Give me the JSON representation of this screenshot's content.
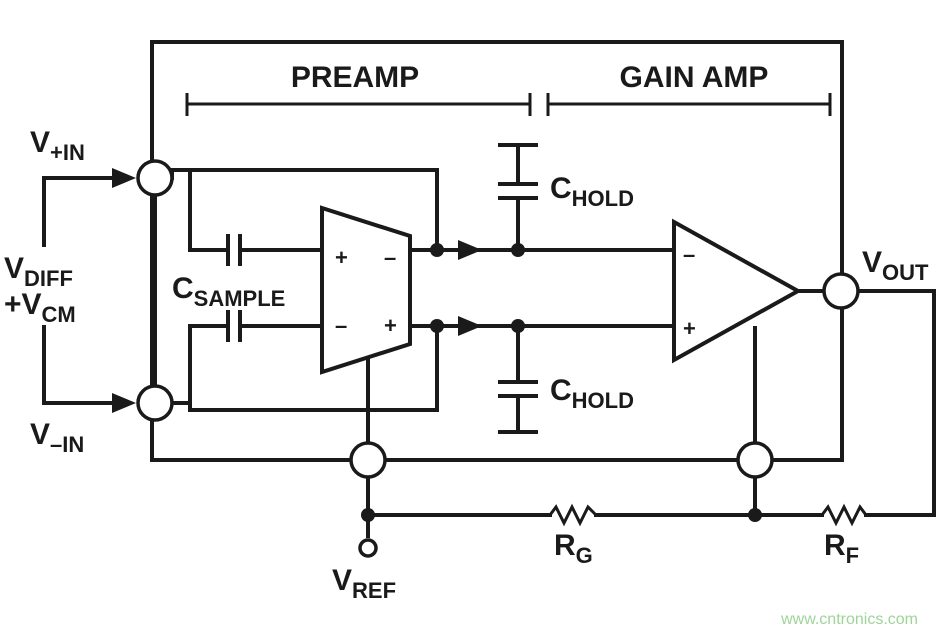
{
  "labels": {
    "preamp": "PREAMP",
    "gain_amp": "GAIN AMP",
    "v_plus_in_main": "V",
    "v_plus_in_sub": "+IN",
    "v_diff_main": "V",
    "v_diff_sub": "DIFF",
    "vcm_prefix": "+V",
    "vcm_sub": "CM",
    "v_minus_in_main": "V",
    "v_minus_in_sub": "–IN",
    "c_sample_main": "C",
    "c_sample_sub": "SAMPLE",
    "c_hold_top_main": "C",
    "c_hold_top_sub": "HOLD",
    "c_hold_bot_main": "C",
    "c_hold_bot_sub": "HOLD",
    "v_out_main": "V",
    "v_out_sub": "OUT",
    "v_ref_main": "V",
    "v_ref_sub": "REF",
    "r_g_main": "R",
    "r_g_sub": "G",
    "r_f_main": "R",
    "r_f_sub": "F"
  },
  "signs": {
    "preamp_top_left": "+",
    "preamp_top_right": "–",
    "preamp_bot_left": "–",
    "preamp_bot_right": "+",
    "gain_top": "–",
    "gain_bot": "+"
  },
  "watermark": "www.cntronics.com"
}
